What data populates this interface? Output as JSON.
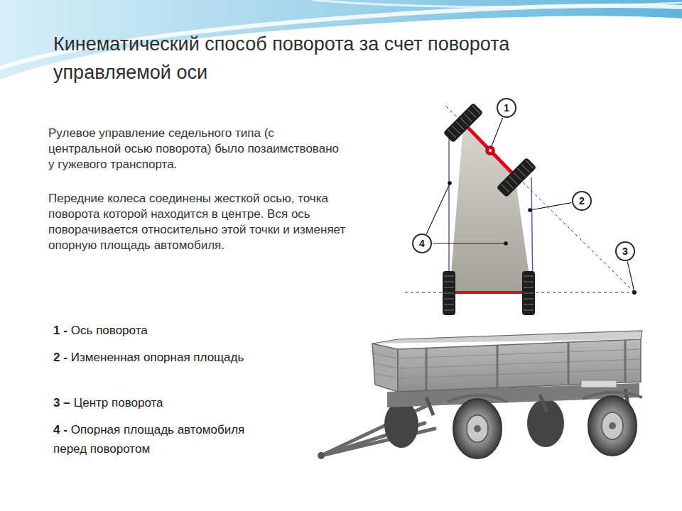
{
  "diagram": {
    "title": "Кинематический способ поворота за счет поворота управляемой оси",
    "nodes": [
      {
        "text": [
          "1"
        ]
      },
      {
        "text": [
          "2"
        ]
      },
      {
        "text": [
          "4"
        ]
      },
      {
        "text": [
          "3"
        ]
      }
    ],
    "labels": [
      "Рулевое управление седельного типа (с центральной осью поворота) было позаимствовано у гужевого транспорта.",
      "Передние колеса соединены жесткой осью, точка поворота которой находится в центре. Вся ось поворачивается относительно этой точки и изменяет опорную площадь автомобиля.",
      "1 -",
      "Ось поворота",
      "2 -",
      "Измененная опорная площадь",
      "3 –",
      "Центр поворота",
      "4 -",
      "Опорная площадь автомобиля перед поворотом"
    ]
  }
}
